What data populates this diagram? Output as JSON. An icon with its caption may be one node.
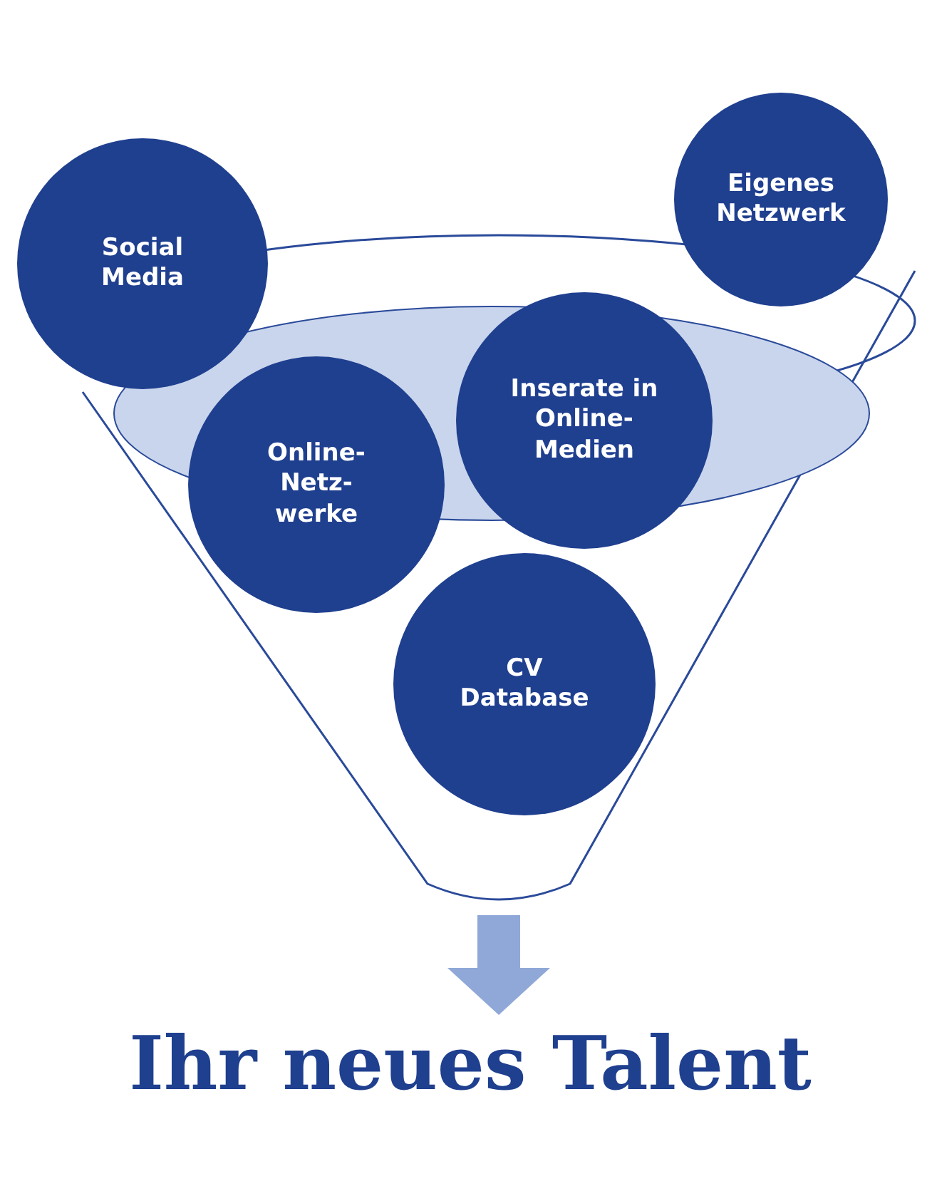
{
  "diagram": {
    "nodes": [
      {
        "text": [],
        "shape": "funnel"
      },
      {
        "text": [
          "Social Media"
        ]
      },
      {
        "text": [
          "Eigenes Netzwerk"
        ]
      },
      {
        "text": [
          "Online- Netz- werke"
        ],
        "in": 0
      },
      {
        "text": [
          "Inserate in Online- Medien"
        ],
        "in": 0
      },
      {
        "text": [
          "CV Database"
        ],
        "in": 0
      },
      {
        "text": [
          "Ihr neues Talent"
        ]
      }
    ],
    "edges": [
      {
        "from": 0,
        "to": 6,
        "arrow": "to",
        "style": "thick",
        "color": "#8fa8d8"
      }
    ]
  }
}
